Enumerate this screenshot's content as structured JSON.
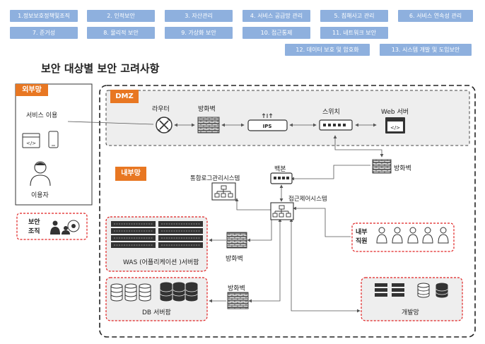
{
  "tabs": [
    "1.정보보호정책및조직",
    "2. 인적보안",
    "3. 자산관리",
    "4. 서비스 공급망 관리",
    "5. 침해사고 관리",
    "6. 서비스 연속성 관리",
    "7. 준거성",
    "8. 물리적 보안",
    "9. 가상화 보안",
    "10. 접근통제",
    "11. 네트워크 보안",
    "12. 데이터 보호 및 암호화",
    "13. 시스템 개발 및 도입보안"
  ],
  "title": "보안 대상별 보안 고려사항",
  "external": {
    "tag": "외부망",
    "service": "서비스 이용",
    "user": "이용자"
  },
  "org": {
    "line1": "보안",
    "line2": "조직"
  },
  "dmz": {
    "tag": "DMZ",
    "router": "라우터",
    "firewall": "방화벽",
    "ips": "IPS",
    "switch": "스위치",
    "webserver": "Web 서버"
  },
  "internal": {
    "tag": "내부망",
    "firewall_right": "방화벽",
    "backbone": "백본",
    "log_system": "통합로그관리시스템",
    "access_control": "접근제어시스템",
    "staff_line1": "내부",
    "staff_line2": "직원",
    "was_farm": "WAS (어플리케이션 )서버팜",
    "firewall_was": "방화벽",
    "firewall_db": "방화벽",
    "db_farm": "DB 서버팜",
    "dev_net": "개발망"
  },
  "colors": {
    "tab": "#8eb0de",
    "accent": "#e87722",
    "dashed_red": "#e02020",
    "dmz_fill": "#eeeeee"
  }
}
